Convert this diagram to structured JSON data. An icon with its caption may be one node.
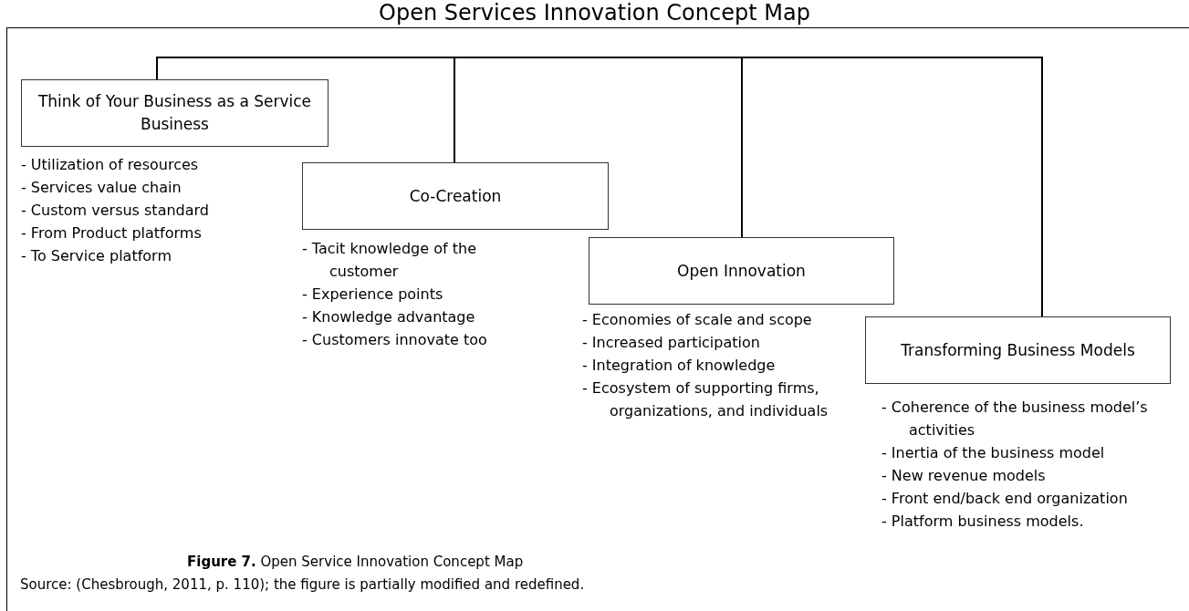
{
  "diagram": {
    "title": "Open Services Innovation Concept Map",
    "nodes": [
      {
        "text": [],
        "shape": "bar"
      },
      {
        "text": [
          "Think of Your Business as a Service Business"
        ],
        "beside": [
          "- Utilization of resources",
          "- Services value chain",
          "- Custom versus standard",
          "- From Product platforms",
          "- To Service platform"
        ]
      },
      {
        "text": [
          "Co-Creation"
        ],
        "beside": [
          "- Tacit knowledge of the customer",
          "- Experience points",
          "- Knowledge advantage",
          "- Customers innovate too"
        ]
      },
      {
        "text": [
          "Open Innovation"
        ],
        "beside": [
          "- Economies of scale and scope",
          "- Increased participation",
          "- Integration of knowledge",
          "- Ecosystem of supporting firms, organizations, and individuals"
        ]
      },
      {
        "text": [
          "Transforming Business Models"
        ],
        "beside": [
          "- Coherence of the business model’s activities",
          "- Inertia of the business model",
          "- New revenue models",
          "- Front end/back end organization",
          "- Platform business models."
        ]
      }
    ],
    "edges": [
      {
        "from": 0,
        "to": 1,
        "arrow": "none"
      },
      {
        "from": 0,
        "to": 2,
        "arrow": "none"
      },
      {
        "from": 0,
        "to": 3,
        "arrow": "none"
      },
      {
        "from": 0,
        "to": 4,
        "arrow": "none"
      }
    ],
    "caption": "**Figure 7.** Open Service Innovation Concept Map",
    "labels": [
      "Source: (Chesbrough, 2011, p. 110); the figure is partially modified and redefined."
    ]
  }
}
